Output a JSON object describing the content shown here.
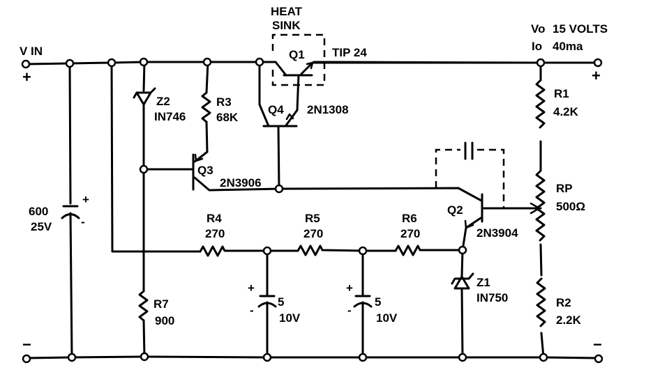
{
  "title": "15 Volt series-pass regulator schematic",
  "terminals": {
    "vin_label": "V IN",
    "vin_plus": "+",
    "vin_minus": "−",
    "out_plus": "+",
    "out_minus": "−",
    "vo_label": "Vo",
    "vo_value": "15 VOLTS",
    "io_label": "Io",
    "io_value": "40ma"
  },
  "heatsink": {
    "label_line1": "HEAT",
    "label_line2": "SINK"
  },
  "components": {
    "q1": {
      "ref": "Q1",
      "part": "TIP 24"
    },
    "q4": {
      "ref": "Q4",
      "part": "2N1308"
    },
    "q3": {
      "ref": "Q3",
      "part": "2N3906"
    },
    "q2": {
      "ref": "Q2",
      "part": "2N3904"
    },
    "z2": {
      "ref": "Z2",
      "part": "IN746"
    },
    "z1": {
      "ref": "Z1",
      "part": "IN750"
    },
    "r1": {
      "ref": "R1",
      "value": "4.2K"
    },
    "r2": {
      "ref": "R2",
      "value": "2.2K"
    },
    "r3": {
      "ref": "R3",
      "value": "68K"
    },
    "r4": {
      "ref": "R4",
      "value": "270"
    },
    "r5": {
      "ref": "R5",
      "value": "270"
    },
    "r6": {
      "ref": "R6",
      "value": "270"
    },
    "r7": {
      "ref": "R7",
      "value": "900"
    },
    "rp": {
      "ref": "RP",
      "value": "500Ω"
    },
    "c_in": {
      "value": "600",
      "voltage": "25V",
      "plus": "+",
      "minus": "-"
    },
    "c2": {
      "value": "5",
      "voltage": "10V",
      "plus": "+",
      "minus": "-"
    },
    "c3": {
      "value": "5",
      "voltage": "10V",
      "plus": "+",
      "minus": "-"
    }
  }
}
